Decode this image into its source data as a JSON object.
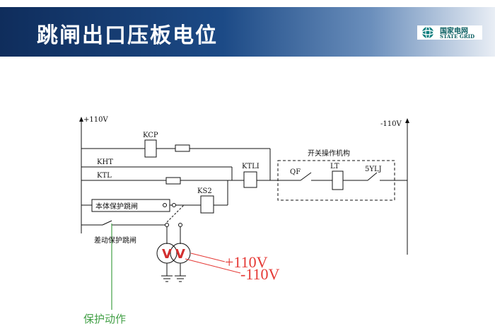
{
  "header": {
    "title": "跳闸出口压板电位"
  },
  "logo": {
    "name_cn": "国家电网",
    "name_en": "STATE GRID",
    "icon": "state-grid-logo"
  },
  "diagram": {
    "bus_pos": "+110V",
    "bus_neg": "-110V",
    "kcp": "KCP",
    "kht": "KHT",
    "ktl": "KTL",
    "ks2": "KS2",
    "ktli": "KTLI",
    "breaker_box": "开关操作机构",
    "qf": "QF",
    "lt": "LT",
    "ylj": "5YLJ",
    "body_protection": "本体保护跳闸",
    "diff_protection": "差动保护跳闸",
    "meter1": "V",
    "meter2": "V",
    "reading_pos": "+110V",
    "reading_neg": "-110V",
    "protection_action": "保护动作"
  },
  "colors": {
    "meter": "#d32f2f",
    "annotation": "#e53935",
    "protection": "#43a047",
    "banner": "#1c4a86"
  }
}
